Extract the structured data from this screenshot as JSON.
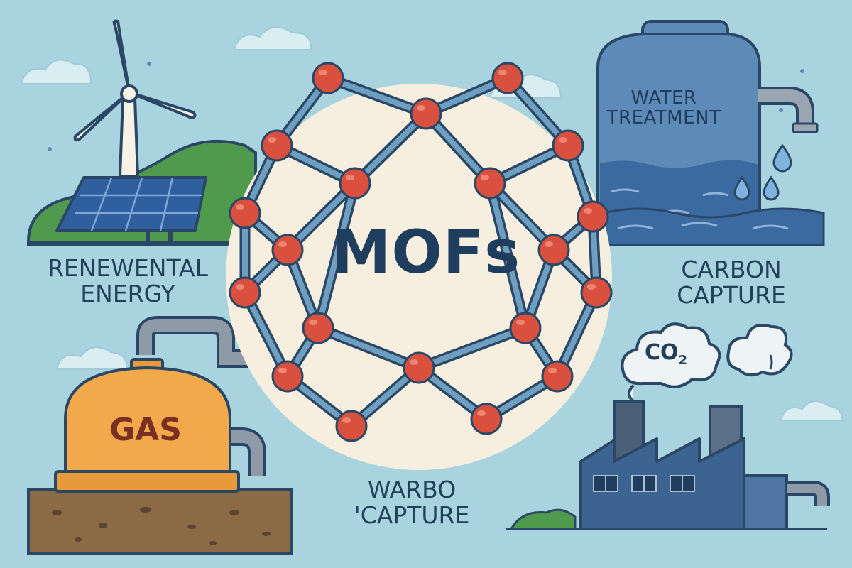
{
  "center": {
    "title": "MOFs"
  },
  "labels": {
    "renewable_energy": "RENEWENTAL\nENERGY",
    "water_treatment": "WATER\nTREATMENT",
    "carbon_capture": "CARBON\nCAPTURE",
    "gas_storage": "GAS",
    "co2_base": "CO",
    "co2_sub": "2",
    "warbo_capture": "WARBO\n'CAPTURE"
  },
  "colors": {
    "background": "#a9d3df",
    "node": "#d9503e",
    "linker": "#6f9fc0",
    "outline": "#2a4866",
    "circle": "#f6efe0",
    "gas_tank": "#f1a94c",
    "factory": "#3d6390",
    "hill": "#4f9a4c"
  }
}
